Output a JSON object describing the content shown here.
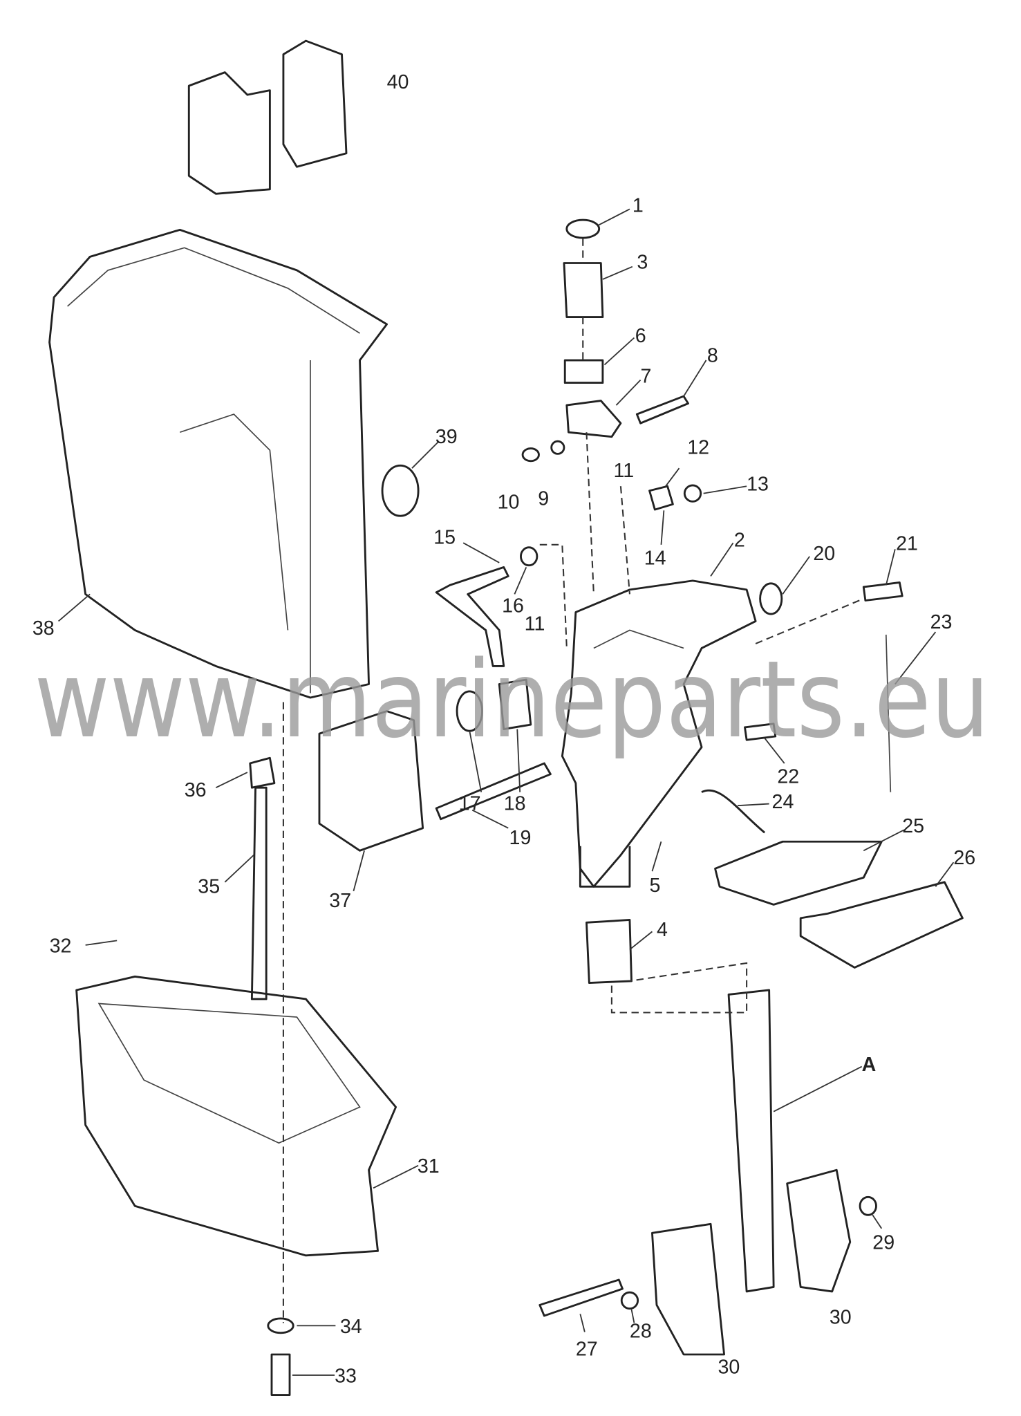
{
  "diagram": {
    "watermark": "www.marineparts.eu",
    "callouts": [
      "40",
      "1",
      "3",
      "6",
      "8",
      "7",
      "39",
      "12",
      "11",
      "13",
      "10",
      "9",
      "15",
      "2",
      "20",
      "21",
      "14",
      "16",
      "38",
      "11",
      "23",
      "22",
      "17",
      "18",
      "24",
      "36",
      "25",
      "19",
      "26",
      "5",
      "35",
      "37",
      "4",
      "32",
      "A",
      "31",
      "29",
      "30",
      "34",
      "28",
      "27",
      "30",
      "33"
    ]
  }
}
